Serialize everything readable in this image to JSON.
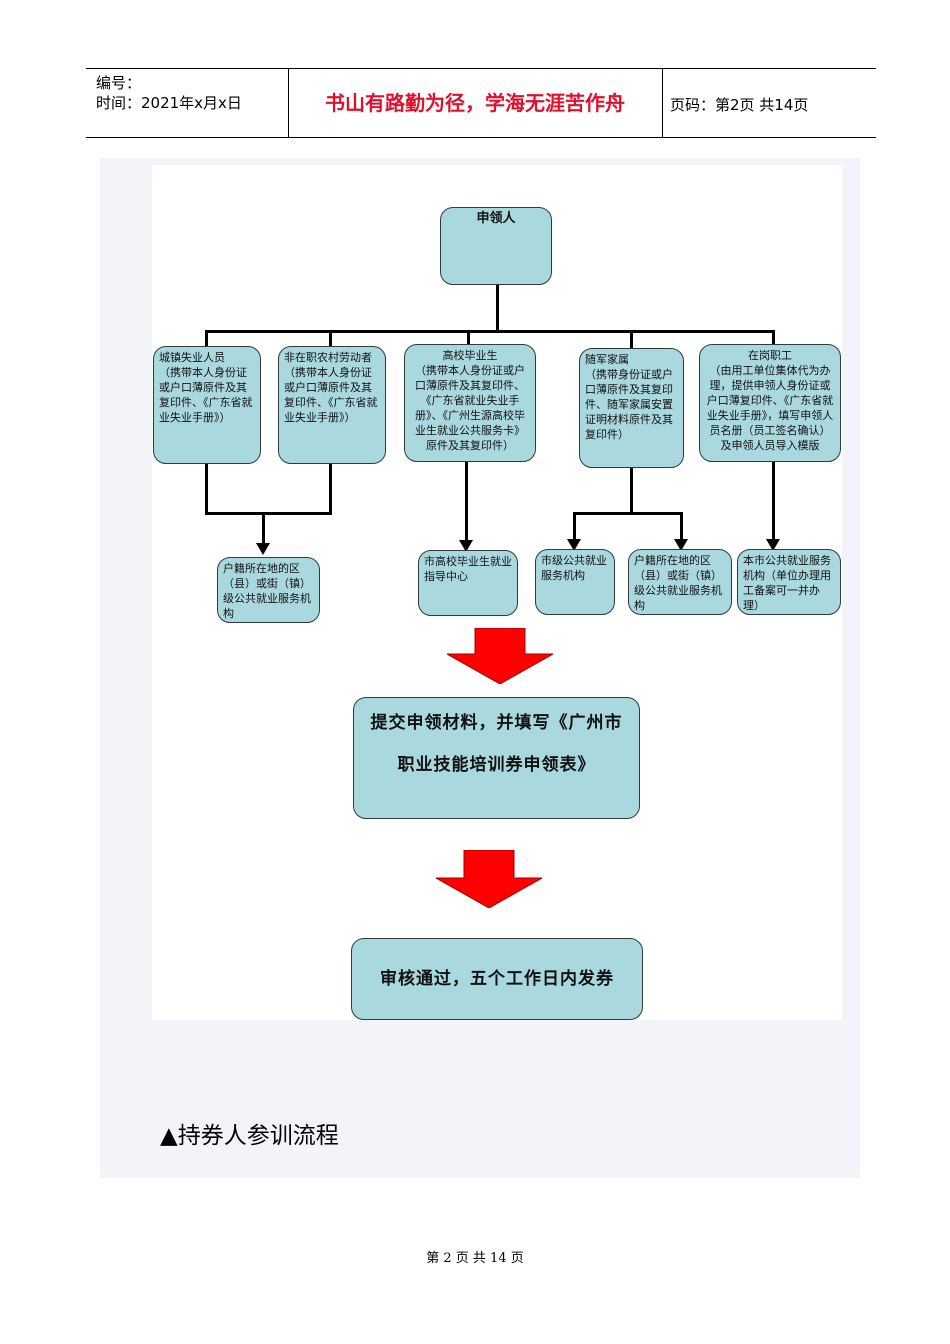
{
  "header": {
    "number_label": "编号：",
    "time_label": "时间：2021年x月x日",
    "motto": "书山有路勤为径，学海无涯苦作舟",
    "page_label": "页码：第2页 共14页"
  },
  "flow": {
    "root": "申领人",
    "categories": [
      "城镇失业人员\n（携带本人身份证或户口薄原件及其复印件、《广东省就业失业手册》）",
      "非在职农村劳动者\n（携带本人身份证或户口薄原件及其复印件、《广东省就业失业手册》）",
      "高校毕业生\n（携带本人身份证或户口薄原件及其复印件、《广东省就业失业手册》、《广州生源高校毕业生就业公共服务卡》原件及其复印件）",
      "随军家属\n（携带身份证或户口薄原件及其复印件、随军家属安置证明材料原件及其复印件）",
      "在岗职工\n（由用工单位集体代为办理，提供申领人身份证或户口薄复印件、《广东省就业失业手册》，填写申领人员名册（员工签名确认）及申领人员导入模版"
    ],
    "agencies": [
      "户籍所在地的区（县）或街（镇）级公共就业服务机构",
      "市高校毕业生就业指导中心",
      "市级公共就业服务机构",
      "户籍所在地的区（县）或街（镇）级公共就业服务机构",
      "本市公共就业服务机构（单位办理用工备案可一并办理）"
    ],
    "submit": "提交申领材料，并填写《广州市职业技能培训券申领表》",
    "approve": "审核通过，五个工作日内发券"
  },
  "section_title": "▲持券人参训流程",
  "footer": "第 2 页 共 14 页",
  "colors": {
    "node_fill": "#a9d9df",
    "arrow_red": "#ff0000",
    "motto_red": "#e0102c",
    "panel": "#f2f4f9"
  }
}
